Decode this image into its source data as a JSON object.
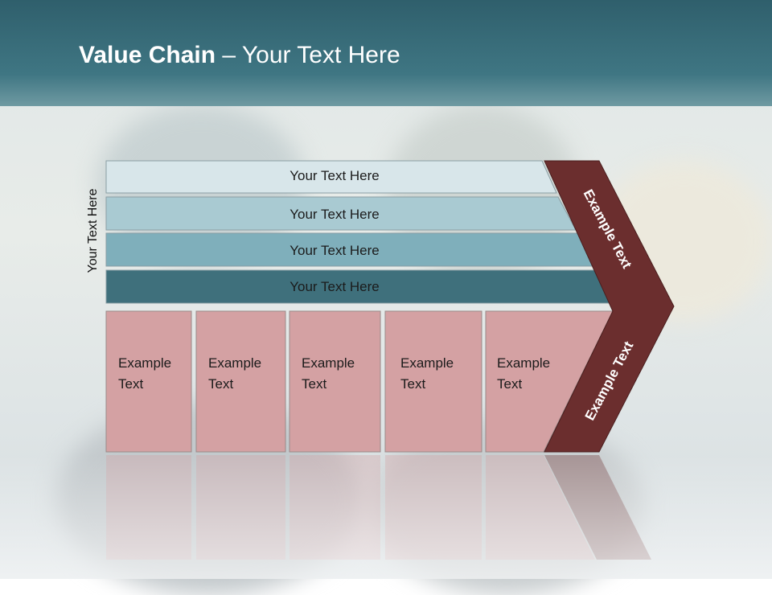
{
  "slide": {
    "title_bold": "Value Chain",
    "title_rest": " – Your Text Here",
    "side_label": "Your Text Here"
  },
  "rows": [
    {
      "label": "Your Text Here",
      "color": "#d8e6ea"
    },
    {
      "label": "Your Text Here",
      "color": "#a9cad2"
    },
    {
      "label": "Your Text Here",
      "color": "#7fafbb"
    },
    {
      "label": "Your Text Here",
      "color": "#3f707c"
    }
  ],
  "boxes": [
    {
      "line1": "Example",
      "line2": "Text"
    },
    {
      "line1": "Example",
      "line2": "Text"
    },
    {
      "line1": "Example",
      "line2": "Text"
    },
    {
      "line1": "Example",
      "line2": "Text"
    },
    {
      "line1": "Example",
      "line2": "Text"
    }
  ],
  "chevron": {
    "upper_label": "Example Text",
    "lower_label": "Example Text",
    "color": "#6b2e2e"
  },
  "colors": {
    "box_fill": "#d4a1a3",
    "header": "#3a6f7c"
  }
}
